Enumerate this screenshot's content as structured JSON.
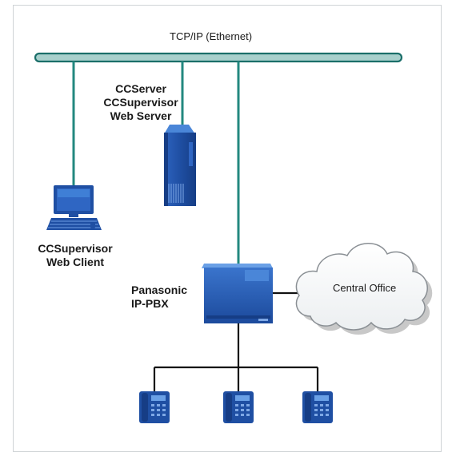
{
  "network": {
    "bus_label": "TCP/IP (Ethernet)"
  },
  "server": {
    "line1": "CCServer",
    "line2": "CCSupervisor",
    "line3": "Web Server"
  },
  "client": {
    "line1": "CCSupervisor",
    "line2": "Web Client"
  },
  "pbx": {
    "line1": "Panasonic",
    "line2": "IP-PBX"
  },
  "cloud": {
    "label": "Central Office"
  },
  "colors": {
    "bus_fill": "#a8d0cc",
    "bus_stroke": "#1b6f6a",
    "link_teal": "#23887f",
    "device_blue": "#1f4fa3",
    "device_blue_light": "#4a86d8",
    "phone_line": "#111111",
    "cloud_fill": "#ffffff",
    "cloud_shadow": "#c8c8c8"
  },
  "icons": [
    "ethernet-bus",
    "server-tower-icon",
    "laptop-computer-icon",
    "pbx-unit-icon",
    "cloud-icon",
    "desk-phone-icon"
  ]
}
